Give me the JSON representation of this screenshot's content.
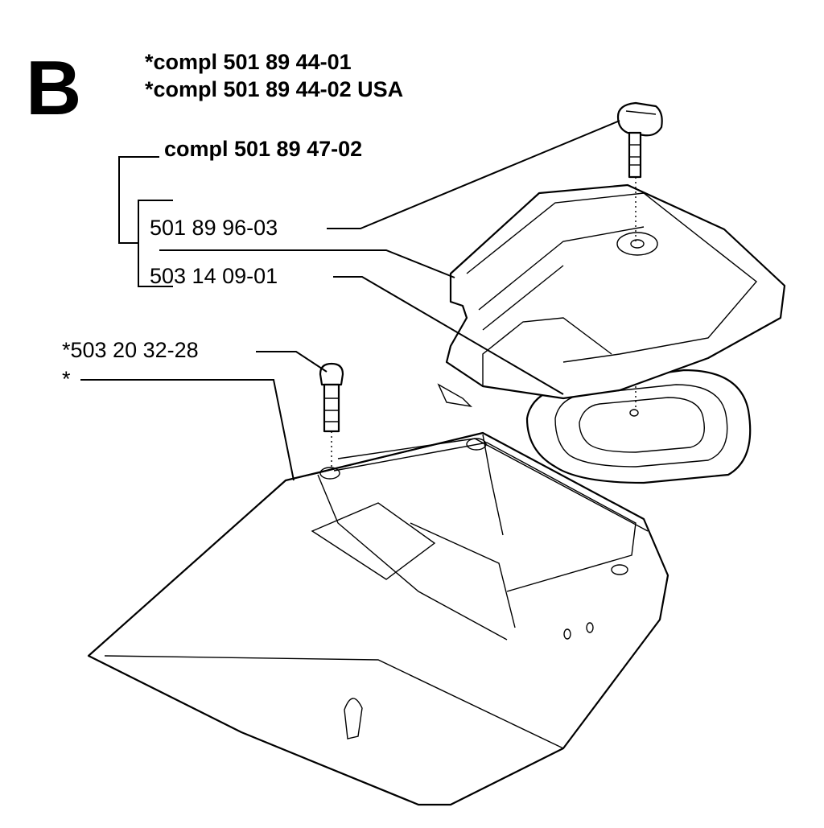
{
  "section": {
    "letter": "B"
  },
  "assembly": {
    "line1": "*compl 501 89 44-01",
    "line2": "*compl 501 89 44-02 USA"
  },
  "group": {
    "label": "compl 501 89 47-02"
  },
  "parts": [
    {
      "number": "501 89 96-03"
    },
    {
      "number": "503 14 09-01"
    },
    {
      "number": "*503 20 32-28"
    },
    {
      "number": "*"
    }
  ],
  "colors": {
    "ink": "#000000",
    "paper": "#ffffff"
  }
}
